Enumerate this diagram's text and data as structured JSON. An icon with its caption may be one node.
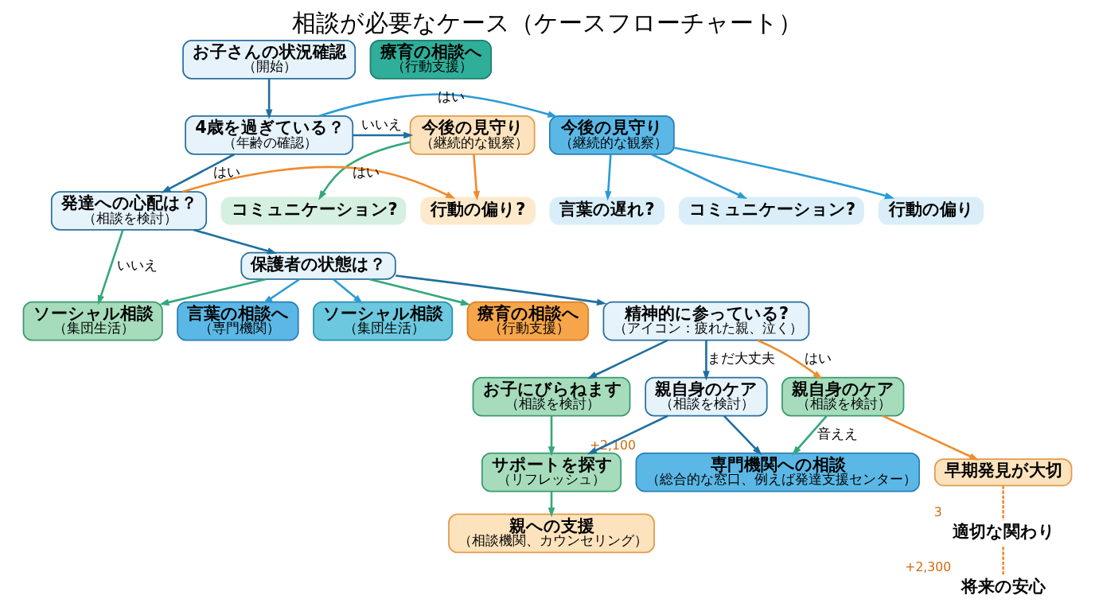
{
  "diagram": {
    "title": "相談が必要なケース（ケースフローチャート）",
    "nodes": [
      {
        "text": [
          "お子さんの状況確認",
          "（開始）"
        ]
      },
      {
        "text": [
          "4歳を過ぎている？",
          "（年齢の確認）"
        ]
      },
      {
        "text": [
          "今後の見守り",
          "（継続的な観察）"
        ]
      },
      {
        "text": [
          "今後の見守り",
          "（継続的な観察）"
        ]
      },
      {
        "text": [
          "発達への心配は？",
          "（相談を検討）"
        ]
      },
      {
        "text": [
          "言葉の遅れ?"
        ]
      },
      {
        "text": [
          "コミュニケーション?"
        ]
      },
      {
        "text": [
          "行動の偏り"
        ]
      },
      {
        "text": [
          "コミュニケーション?"
        ]
      },
      {
        "text": [
          "行動の偏り?"
        ]
      },
      {
        "text": [
          "言葉の相談へ",
          "（専門機関）"
        ]
      },
      {
        "text": [
          "ソーシャル相談",
          "（集団生活）"
        ]
      },
      {
        "text": [
          "療育の相談へ",
          "（行動支援）"
        ]
      },
      {
        "text": [
          "ソーシャル相談",
          "（集団生活）"
        ]
      },
      {
        "text": [
          "療育の相談へ",
          "（行動支援）"
        ]
      },
      {
        "text": [
          "保護者の状態は？"
        ]
      },
      {
        "text": [
          "お子にびらねます",
          "（相談を検討）"
        ]
      },
      {
        "text": [
          "精神的に参っている?",
          "（アイコン：疲れた親、泣く）"
        ]
      },
      {
        "text": [
          "親自身のケア",
          "（相談を検討）"
        ]
      },
      {
        "text": [
          "早期発見が大切"
        ]
      },
      {
        "text": [
          "サポートを探す",
          "（リフレッシュ）"
        ]
      },
      {
        "text": [
          "親自身のケア",
          "（相談を検討）"
        ]
      },
      {
        "text": [
          "専門機関への相談",
          "（総合的な窓口、例えば発達支援センター）"
        ],
        "beside": [
          "+2,100"
        ]
      },
      {
        "text": [
          "親への支援",
          "（相談機関、カウンセリング）"
        ]
      },
      {
        "text": [
          "適切な関わり"
        ],
        "beside": [
          "3"
        ]
      },
      {
        "text": [
          "将来の安心"
        ],
        "beside": [
          "+2,300"
        ]
      }
    ],
    "edges": [
      {
        "from": 0,
        "to": 1,
        "arrow": "to"
      },
      {
        "from": 1,
        "to": 2,
        "arrow": "to",
        "label": "はい",
        "color": "#2b9bd6"
      },
      {
        "from": 1,
        "to": 3,
        "arrow": "to",
        "label": "いいえ"
      },
      {
        "from": 1,
        "to": 4,
        "arrow": "to",
        "label": "はい"
      },
      {
        "from": 2,
        "to": 5,
        "arrow": "to",
        "color": "#2b9bd6"
      },
      {
        "from": 2,
        "to": 6,
        "arrow": "to",
        "color": "#2b9bd6"
      },
      {
        "from": 2,
        "to": 7,
        "arrow": "to",
        "color": "#2b9bd6"
      },
      {
        "from": 3,
        "to": 8,
        "arrow": "to",
        "color": "#35a87a"
      },
      {
        "from": 3,
        "to": 9,
        "arrow": "to",
        "color": "#f08c2e"
      },
      {
        "from": 4,
        "to": 9,
        "arrow": "to",
        "label": "はい",
        "color": "#f08c2e"
      },
      {
        "from": 4,
        "to": 13,
        "arrow": "to",
        "label": "いいえ",
        "color": "#35a87a"
      },
      {
        "from": 4,
        "to": 15,
        "arrow": "to"
      },
      {
        "from": 15,
        "to": 10,
        "arrow": "to",
        "color": "#2b9bd6"
      },
      {
        "from": 15,
        "to": 11,
        "arrow": "to",
        "color": "#2b9bd6"
      },
      {
        "from": 15,
        "to": 13,
        "arrow": "to",
        "color": "#35a87a"
      },
      {
        "from": 15,
        "to": 14,
        "arrow": "to",
        "color": "#35a87a"
      },
      {
        "from": 15,
        "to": 17,
        "arrow": "to"
      },
      {
        "from": 17,
        "to": 16,
        "arrow": "to"
      },
      {
        "from": 17,
        "to": 18,
        "arrow": "to",
        "label": "はい",
        "color": "#f08c2e"
      },
      {
        "from": 17,
        "to": 21,
        "arrow": "to",
        "label": "まだ大丈夫"
      },
      {
        "from": 18,
        "to": 19,
        "arrow": "to",
        "color": "#f08c2e"
      },
      {
        "from": 18,
        "to": 22,
        "arrow": "to",
        "label": "音ええ",
        "color": "#35a87a"
      },
      {
        "from": 16,
        "to": 20,
        "arrow": "to",
        "color": "#35a87a"
      },
      {
        "from": 21,
        "to": 20,
        "arrow": "to"
      },
      {
        "from": 21,
        "to": 22,
        "arrow": "to"
      },
      {
        "from": 20,
        "to": 23,
        "arrow": "to",
        "color": "#35a87a"
      },
      {
        "from": 19,
        "to": 24,
        "arrow": "none",
        "style": "dashed",
        "color": "#f08c2e"
      },
      {
        "from": 24,
        "to": 25,
        "arrow": "none",
        "style": "dashed",
        "color": "#f08c2e"
      }
    ]
  }
}
